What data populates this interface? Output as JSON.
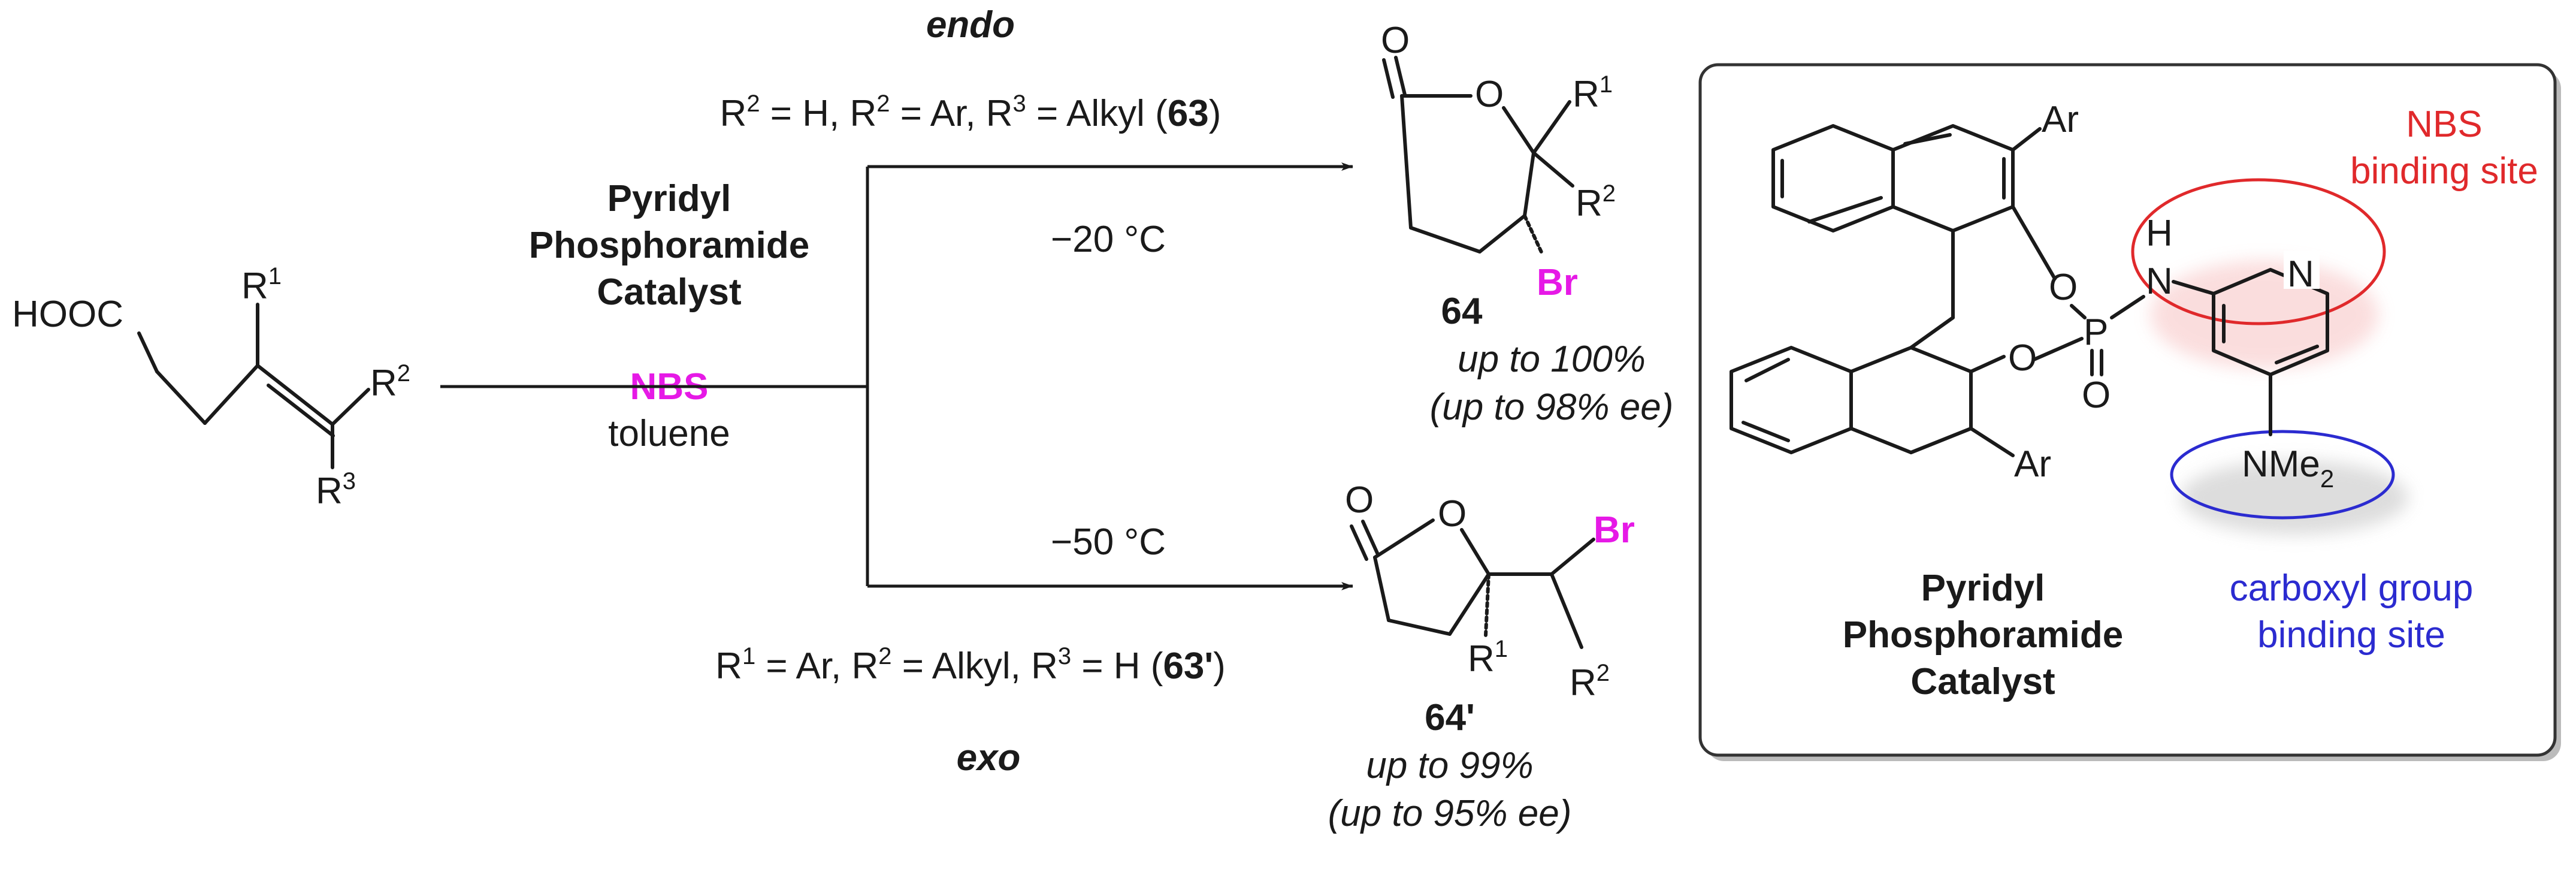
{
  "colors": {
    "text": "#1a1a1a",
    "reagent": "#e619e6",
    "nbs_site": "#e0292b",
    "carboxyl_site": "#2b2bd0",
    "box_border": "#333333",
    "box_shadow": "#bbbbbb"
  },
  "reactant": {
    "hooc": "HOOC",
    "r1": "R",
    "r1_sup": "1",
    "r2": "R",
    "r2_sup": "2",
    "r3": "R",
    "r3_sup": "3"
  },
  "conditions": {
    "catalyst_line1": "Pyridyl",
    "catalyst_line2": "Phosphoramide",
    "catalyst_line3": "Catalyst",
    "reagent": "NBS",
    "solvent": "toluene"
  },
  "endo": {
    "label": "endo",
    "cond_a": "R",
    "cond_a_sup": "2",
    "cond_a_tail": " = H, R",
    "cond_b_sup": "2",
    "cond_b_tail": " = Ar, R",
    "cond_c_sup": "3",
    "cond_c_tail": " = Alkyl (",
    "cond_ref": "63",
    "cond_close": ")",
    "temp": "−20 °C",
    "product_id": "64",
    "yield": "up to 100%",
    "ee": "(up to 98% ee)",
    "o_carbonyl": "O",
    "o_ring": "O",
    "r1": "R",
    "r1_sup": "1",
    "r2": "R",
    "r2_sup": "2",
    "br": "Br"
  },
  "exo": {
    "label": "exo",
    "cond_a": "R",
    "cond_a_sup": "1",
    "cond_a_tail": " = Ar, R",
    "cond_b_sup": "2",
    "cond_b_tail": " = Alkyl, R",
    "cond_c_sup": "3",
    "cond_c_tail": " = H (",
    "cond_ref": "63'",
    "cond_close": ")",
    "temp": "−50 °C",
    "product_id": "64'",
    "yield": "up to 99%",
    "ee": "(up to 95% ee)",
    "o_carbonyl": "O",
    "o_ring": "O",
    "r1": "R",
    "r1_sup": "1",
    "r2": "R",
    "r2_sup": "2",
    "br": "Br"
  },
  "catalyst_box": {
    "ar_top": "Ar",
    "ar_bottom": "Ar",
    "o_upper": "O",
    "o_lower": "O",
    "p": "P",
    "o_double": "O",
    "nh_h": "H",
    "nh_n": "N",
    "pyr_n": "N",
    "nme2": "NMe",
    "nme2_sub": "2",
    "nbs_site_line1": "NBS",
    "nbs_site_line2": "binding site",
    "carboxyl_site_line1": "carboxyl group",
    "carboxyl_site_line2": "binding site",
    "name_line1": "Pyridyl",
    "name_line2": "Phosphoramide",
    "name_line3": "Catalyst"
  }
}
